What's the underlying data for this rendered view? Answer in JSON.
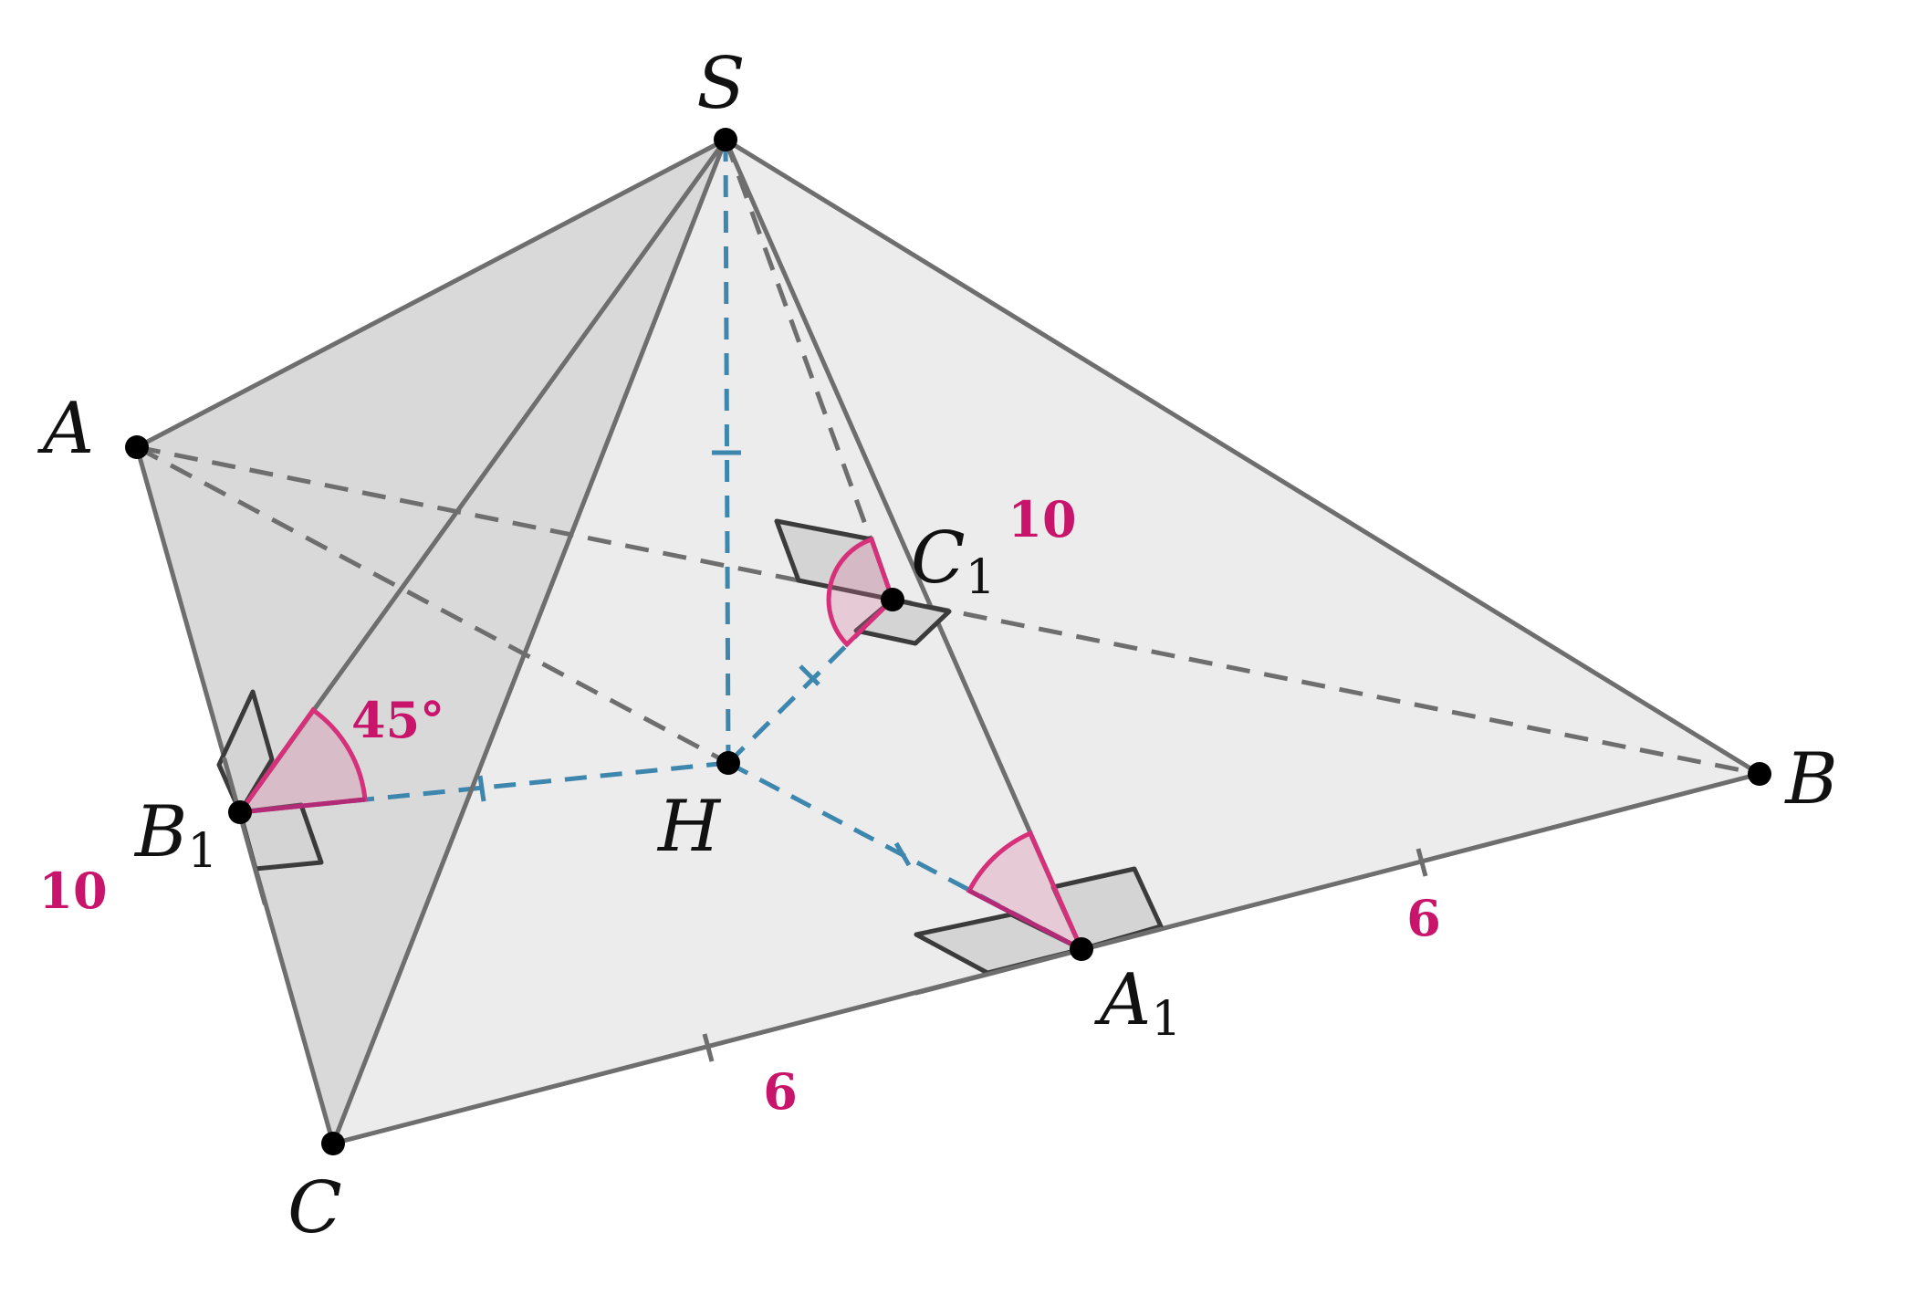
{
  "points": {
    "S": {
      "label": "S",
      "sub": ""
    },
    "A": {
      "label": "A",
      "sub": ""
    },
    "B": {
      "label": "B",
      "sub": ""
    },
    "C": {
      "label": "C",
      "sub": ""
    },
    "H": {
      "label": "H",
      "sub": ""
    },
    "A1": {
      "label": "A",
      "sub": "1"
    },
    "B1": {
      "label": "B",
      "sub": "1"
    },
    "C1": {
      "label": "C",
      "sub": "1"
    }
  },
  "measures": {
    "ac_length": "10",
    "ab_length": "10",
    "ca1_length": "6",
    "a1b_length": "6",
    "angle": "45°"
  },
  "colors": {
    "accent": "#c8146a",
    "altitude": "#3d86ad",
    "edge": "#6e6e6e"
  }
}
